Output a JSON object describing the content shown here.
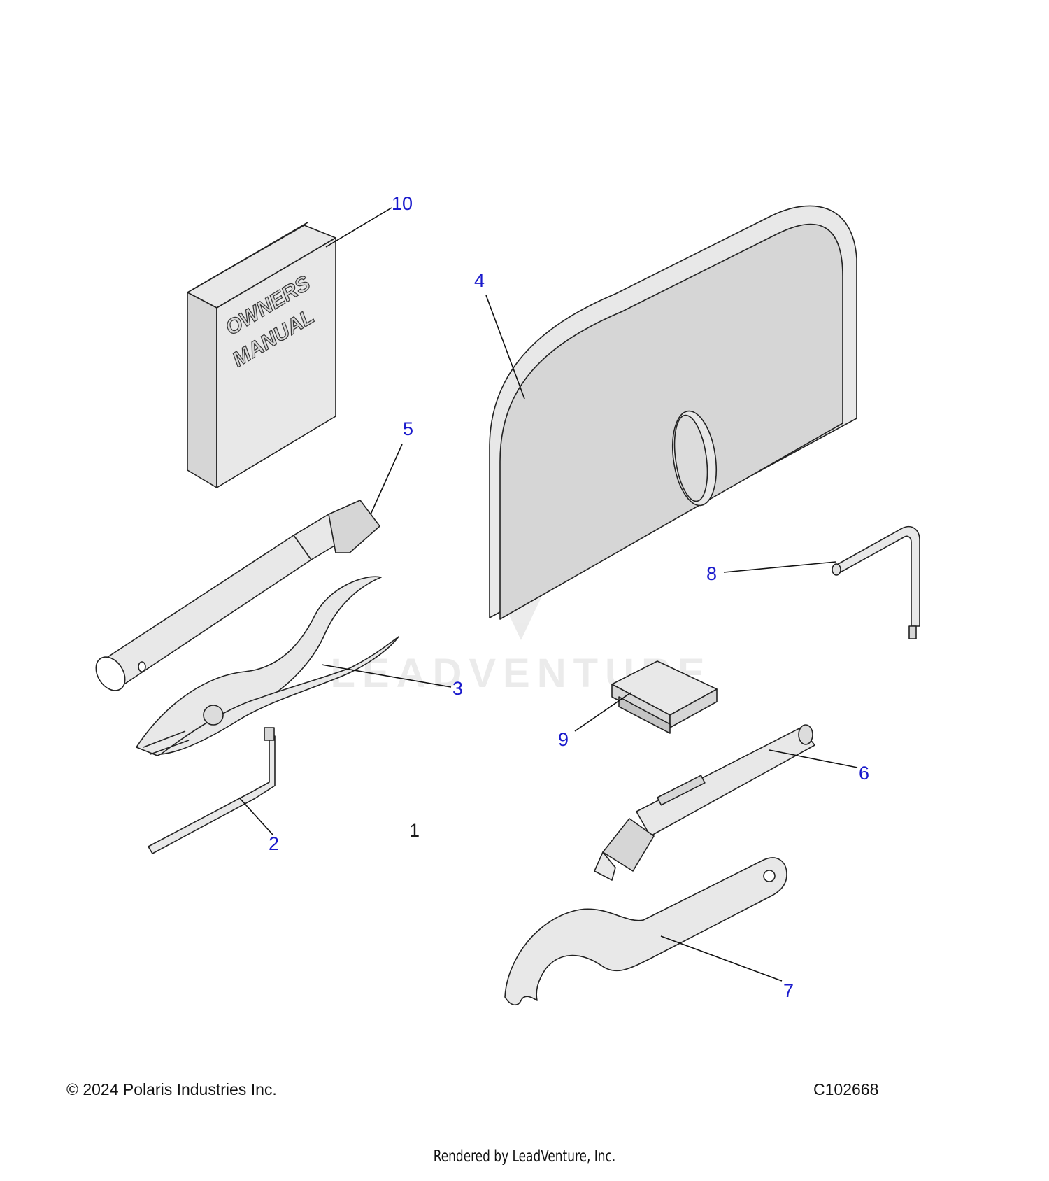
{
  "callouts": {
    "c1": "1",
    "c2": "2",
    "c3": "3",
    "c4": "4",
    "c5": "5",
    "c6": "6",
    "c7": "7",
    "c8": "8",
    "c9": "9",
    "c10": "10"
  },
  "manual_cover": {
    "line1": "OWNERS",
    "line2": "MANUAL"
  },
  "watermark": "LEADVENTURE",
  "footer": {
    "copyright": "© 2024 Polaris Industries Inc.",
    "drawing_id": "C102668",
    "rendered_by": "Rendered by LeadVenture, Inc."
  },
  "colors": {
    "callout_text": "#1a1acc",
    "part_fill": "#e0e0e0",
    "outline": "#222222"
  }
}
